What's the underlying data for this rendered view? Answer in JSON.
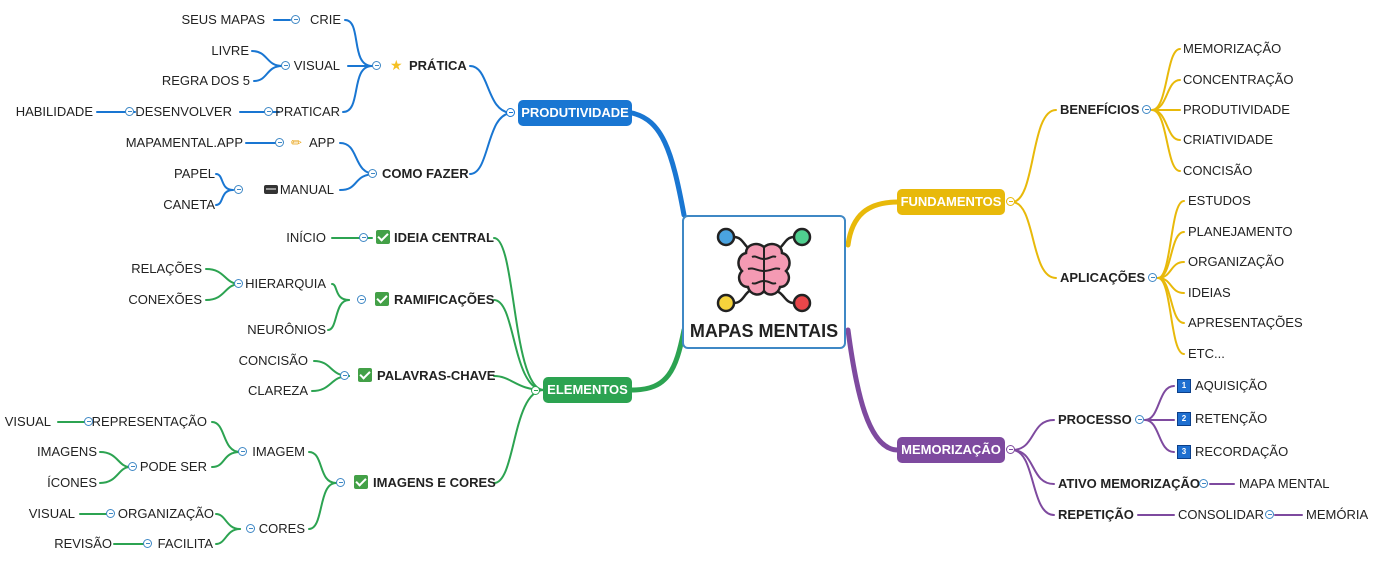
{
  "center": {
    "title": "MAPAS MENTAIS"
  },
  "colors": {
    "blue": "#1976d2",
    "green": "#2ca351",
    "yellow": "#e8b90a",
    "purple": "#7e4a9f",
    "collapse_blue": "#3f88c5"
  },
  "icons": [
    "brain-icon",
    "star-icon",
    "pencil-icon",
    "keyboard-icon",
    "check-icon",
    "number-icon"
  ],
  "produtividade": {
    "label": "PRODUTIVIDADE",
    "pratica": {
      "label": "PRÁTICA",
      "crie": "CRIE",
      "seus_mapas": "SEUS MAPAS",
      "visual": "VISUAL",
      "livre": "LIVRE",
      "regra": "REGRA DOS 5",
      "praticar": "PRATICAR",
      "desenvolver": "DESENVOLVER",
      "habilidade": "HABILIDADE"
    },
    "como_fazer": {
      "label": "COMO FAZER",
      "app": "APP",
      "mapamental": "MAPAMENTAL.APP",
      "manual": "MANUAL",
      "papel": "PAPEL",
      "caneta": "CANETA"
    }
  },
  "elementos": {
    "label": "ELEMENTOS",
    "ideia": {
      "label": "IDEIA CENTRAL",
      "inicio": "INÍCIO"
    },
    "ramificacoes": {
      "label": "RAMIFICAÇÕES",
      "hierarquia": "HIERARQUIA",
      "relacoes": "RELAÇÕES",
      "conexoes": "CONEXÕES",
      "neuronios": "NEURÔNIOS"
    },
    "palavras": {
      "label": "PALAVRAS-CHAVE",
      "concisao": "CONCISÃO",
      "clareza": "CLAREZA"
    },
    "imagens": {
      "label": "IMAGENS E CORES",
      "imagem": "IMAGEM",
      "representacao": "REPRESENTAÇÃO",
      "visual1": "VISUAL",
      "pode_ser": "PODE SER",
      "imagens": "IMAGENS",
      "icones": "ÍCONES",
      "cores": "CORES",
      "organizacao": "ORGANIZAÇÃO",
      "visual2": "VISUAL",
      "facilita": "FACILITA",
      "revisao": "REVISÃO"
    }
  },
  "fundamentos": {
    "label": "FUNDAMENTOS",
    "beneficios": {
      "label": "BENEFÍCIOS",
      "items": [
        "MEMORIZAÇÃO",
        "CONCENTRAÇÃO",
        "PRODUTIVIDADE",
        "CRIATIVIDADE",
        "CONCISÃO"
      ]
    },
    "aplicacoes": {
      "label": "APLICAÇÕES",
      "items": [
        "ESTUDOS",
        "PLANEJAMENTO",
        "ORGANIZAÇÃO",
        "IDEIAS",
        "APRESENTAÇÕES",
        "ETC..."
      ]
    }
  },
  "memorizacao": {
    "label": "MEMORIZAÇÃO",
    "processo": {
      "label": "PROCESSO",
      "items": [
        "AQUISIÇÃO",
        "RETENÇÃO",
        "RECORDAÇÃO"
      ],
      "numbers": [
        "1",
        "2",
        "3"
      ]
    },
    "ativo": {
      "label": "ATIVO MEMORIZAÇÃO",
      "mapa": "MAPA MENTAL"
    },
    "repeticao": {
      "label": "REPETIÇÃO",
      "consolidar": "CONSOLIDAR",
      "memoria": "MEMÓRIA"
    }
  }
}
